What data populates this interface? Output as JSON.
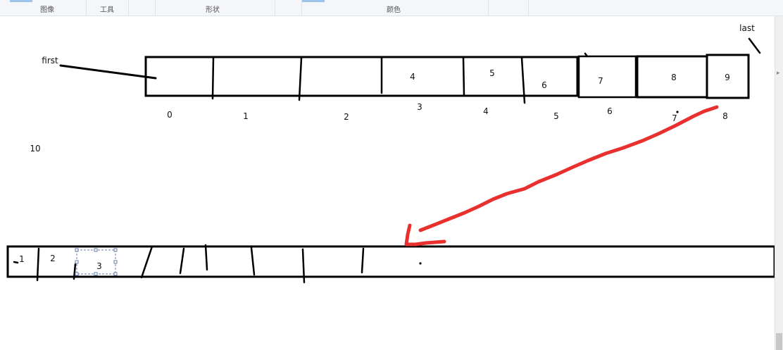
{
  "ribbon": {
    "image_label": "图像",
    "tools_label": "工具",
    "shapes_label": "形状",
    "colors_label": "颜色"
  },
  "canvas": {
    "first_label": "first",
    "last_label": "last",
    "ten_label": "10",
    "top_boxes": [
      "4",
      "5",
      "6",
      "7",
      "8",
      "9"
    ],
    "top_indices": [
      "0",
      "1",
      "2",
      "3",
      "4",
      "5",
      "6",
      "7",
      "8"
    ],
    "bottom_cells": [
      "1",
      "2",
      "3"
    ]
  },
  "colors": {
    "ink": "#000000",
    "arrow": "#e8312f",
    "selection": "#6a7fa8"
  }
}
